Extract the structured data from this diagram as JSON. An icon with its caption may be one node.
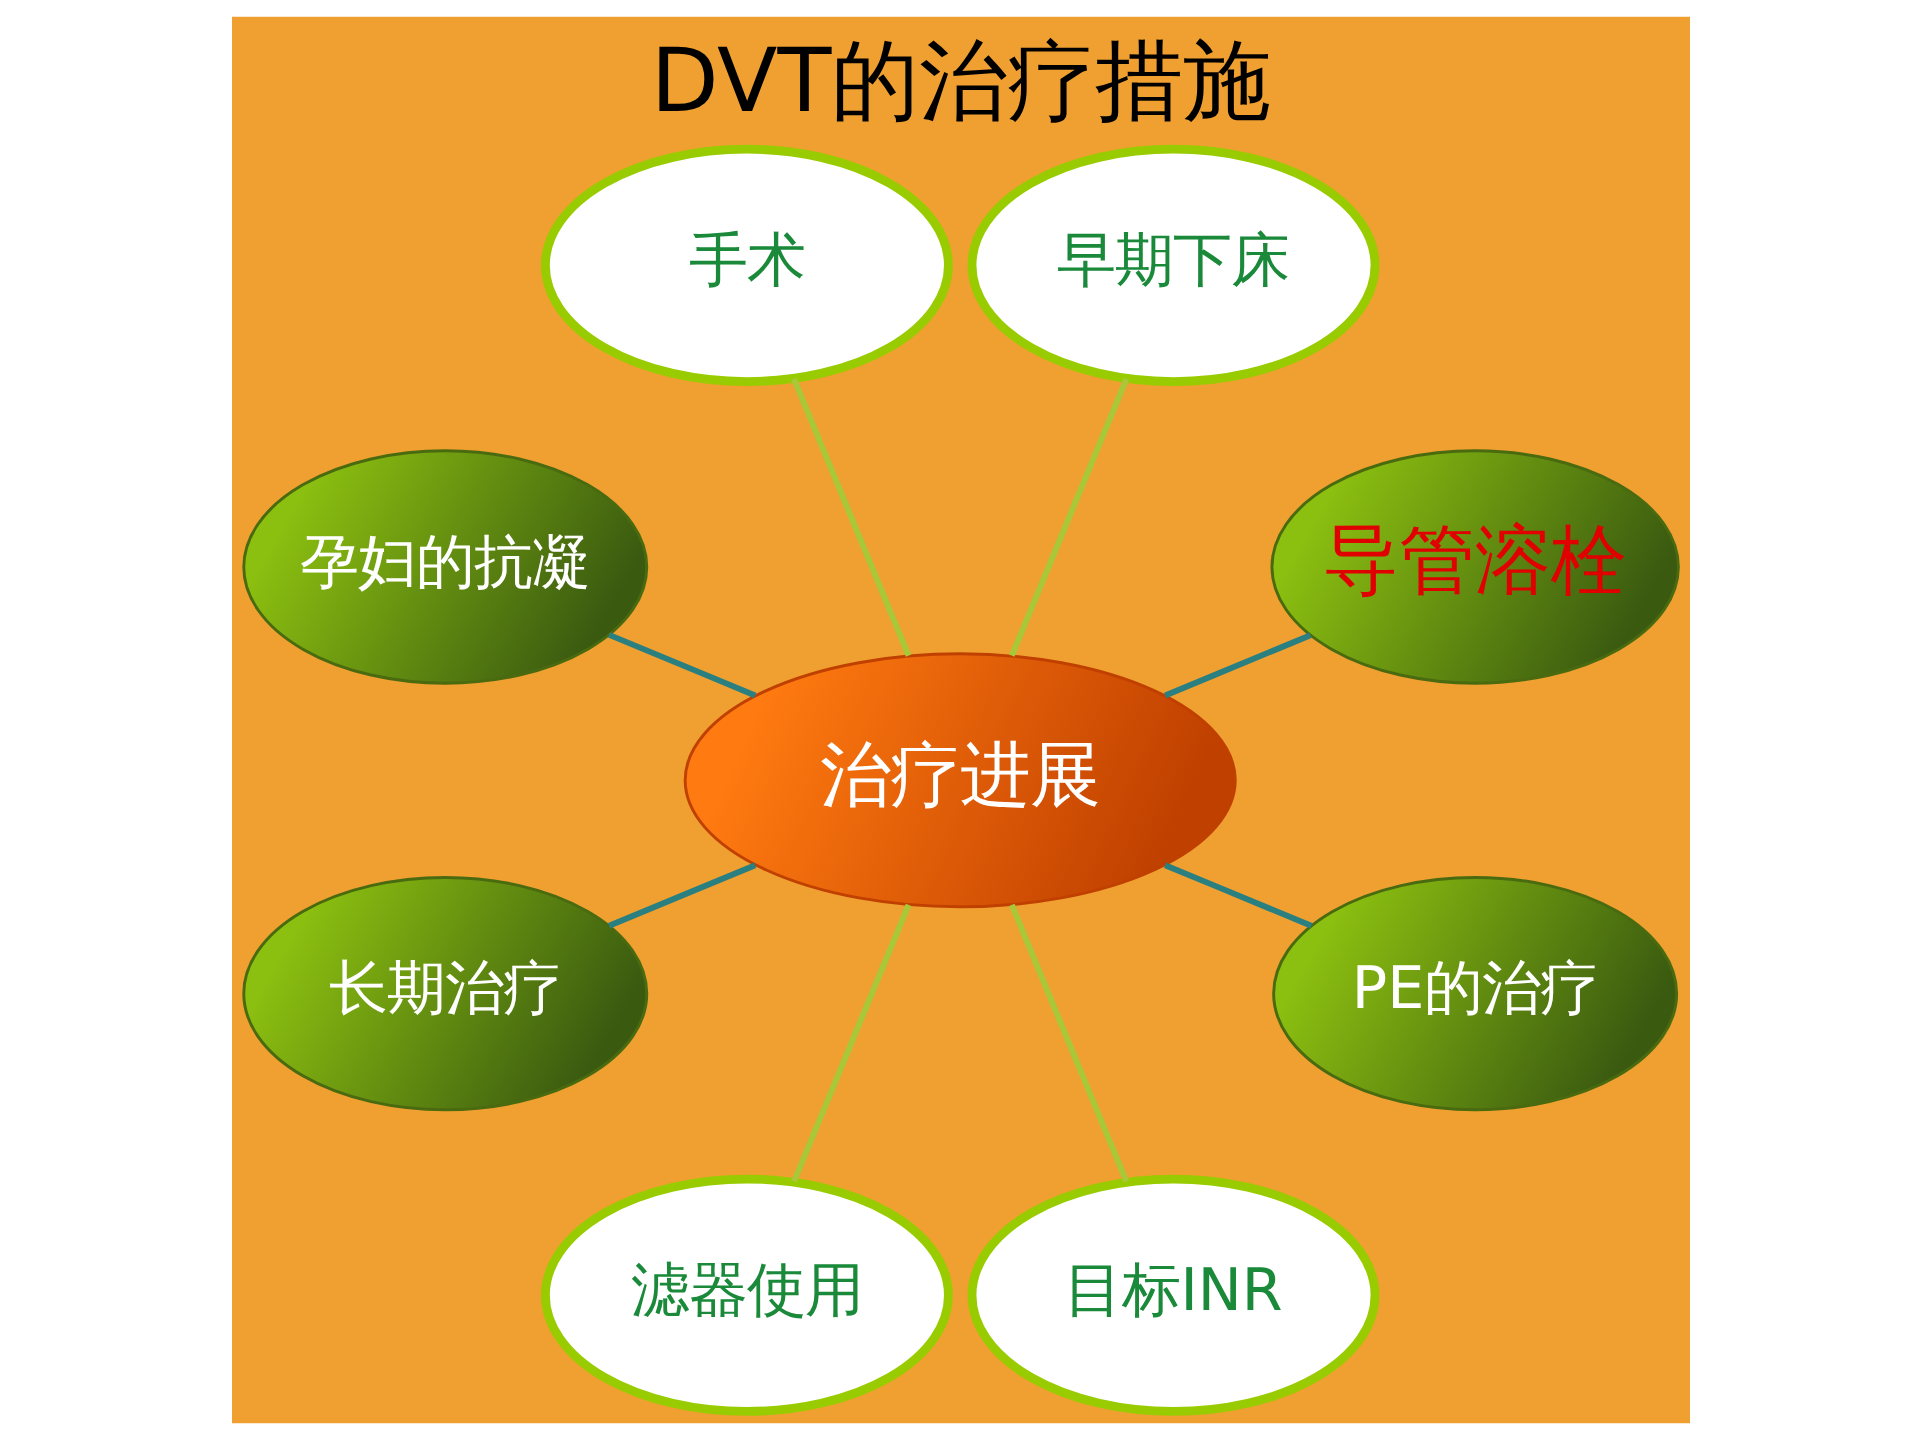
{
  "diagram": {
    "title": "DVT的治疗措施",
    "nodes": [
      {
        "text": [
          "导管溶栓"
        ]
      },
      {
        "text": [
          "早期下床"
        ]
      },
      {
        "text": [
          "手术"
        ]
      },
      {
        "text": [
          "孕妇的抗凝"
        ]
      },
      {
        "text": [
          "治疗进展"
        ]
      },
      {
        "text": [
          "长期治疗"
        ]
      },
      {
        "text": [
          "滤器使用"
        ]
      },
      {
        "text": [
          "目标INR"
        ]
      },
      {
        "text": [
          "PE的治疗"
        ]
      }
    ],
    "edges": [
      {
        "from": 4,
        "to": 0,
        "arrow": "none"
      },
      {
        "from": 4,
        "to": 2,
        "arrow": "none",
        "color": "#a8c83a"
      },
      {
        "from": 4,
        "to": 5,
        "arrow": "none"
      },
      {
        "from": 4,
        "to": 7,
        "arrow": "none",
        "color": "#a8c83a"
      },
      {
        "from": 4,
        "to": 8,
        "arrow": "none"
      },
      {
        "from": 4,
        "to": 6,
        "arrow": "none",
        "color": "#a8c83a"
      },
      {
        "from": 4,
        "to": 3,
        "arrow": "none"
      },
      {
        "from": 4,
        "to": 1,
        "arrow": "none",
        "color": "#a8c83a"
      }
    ]
  }
}
